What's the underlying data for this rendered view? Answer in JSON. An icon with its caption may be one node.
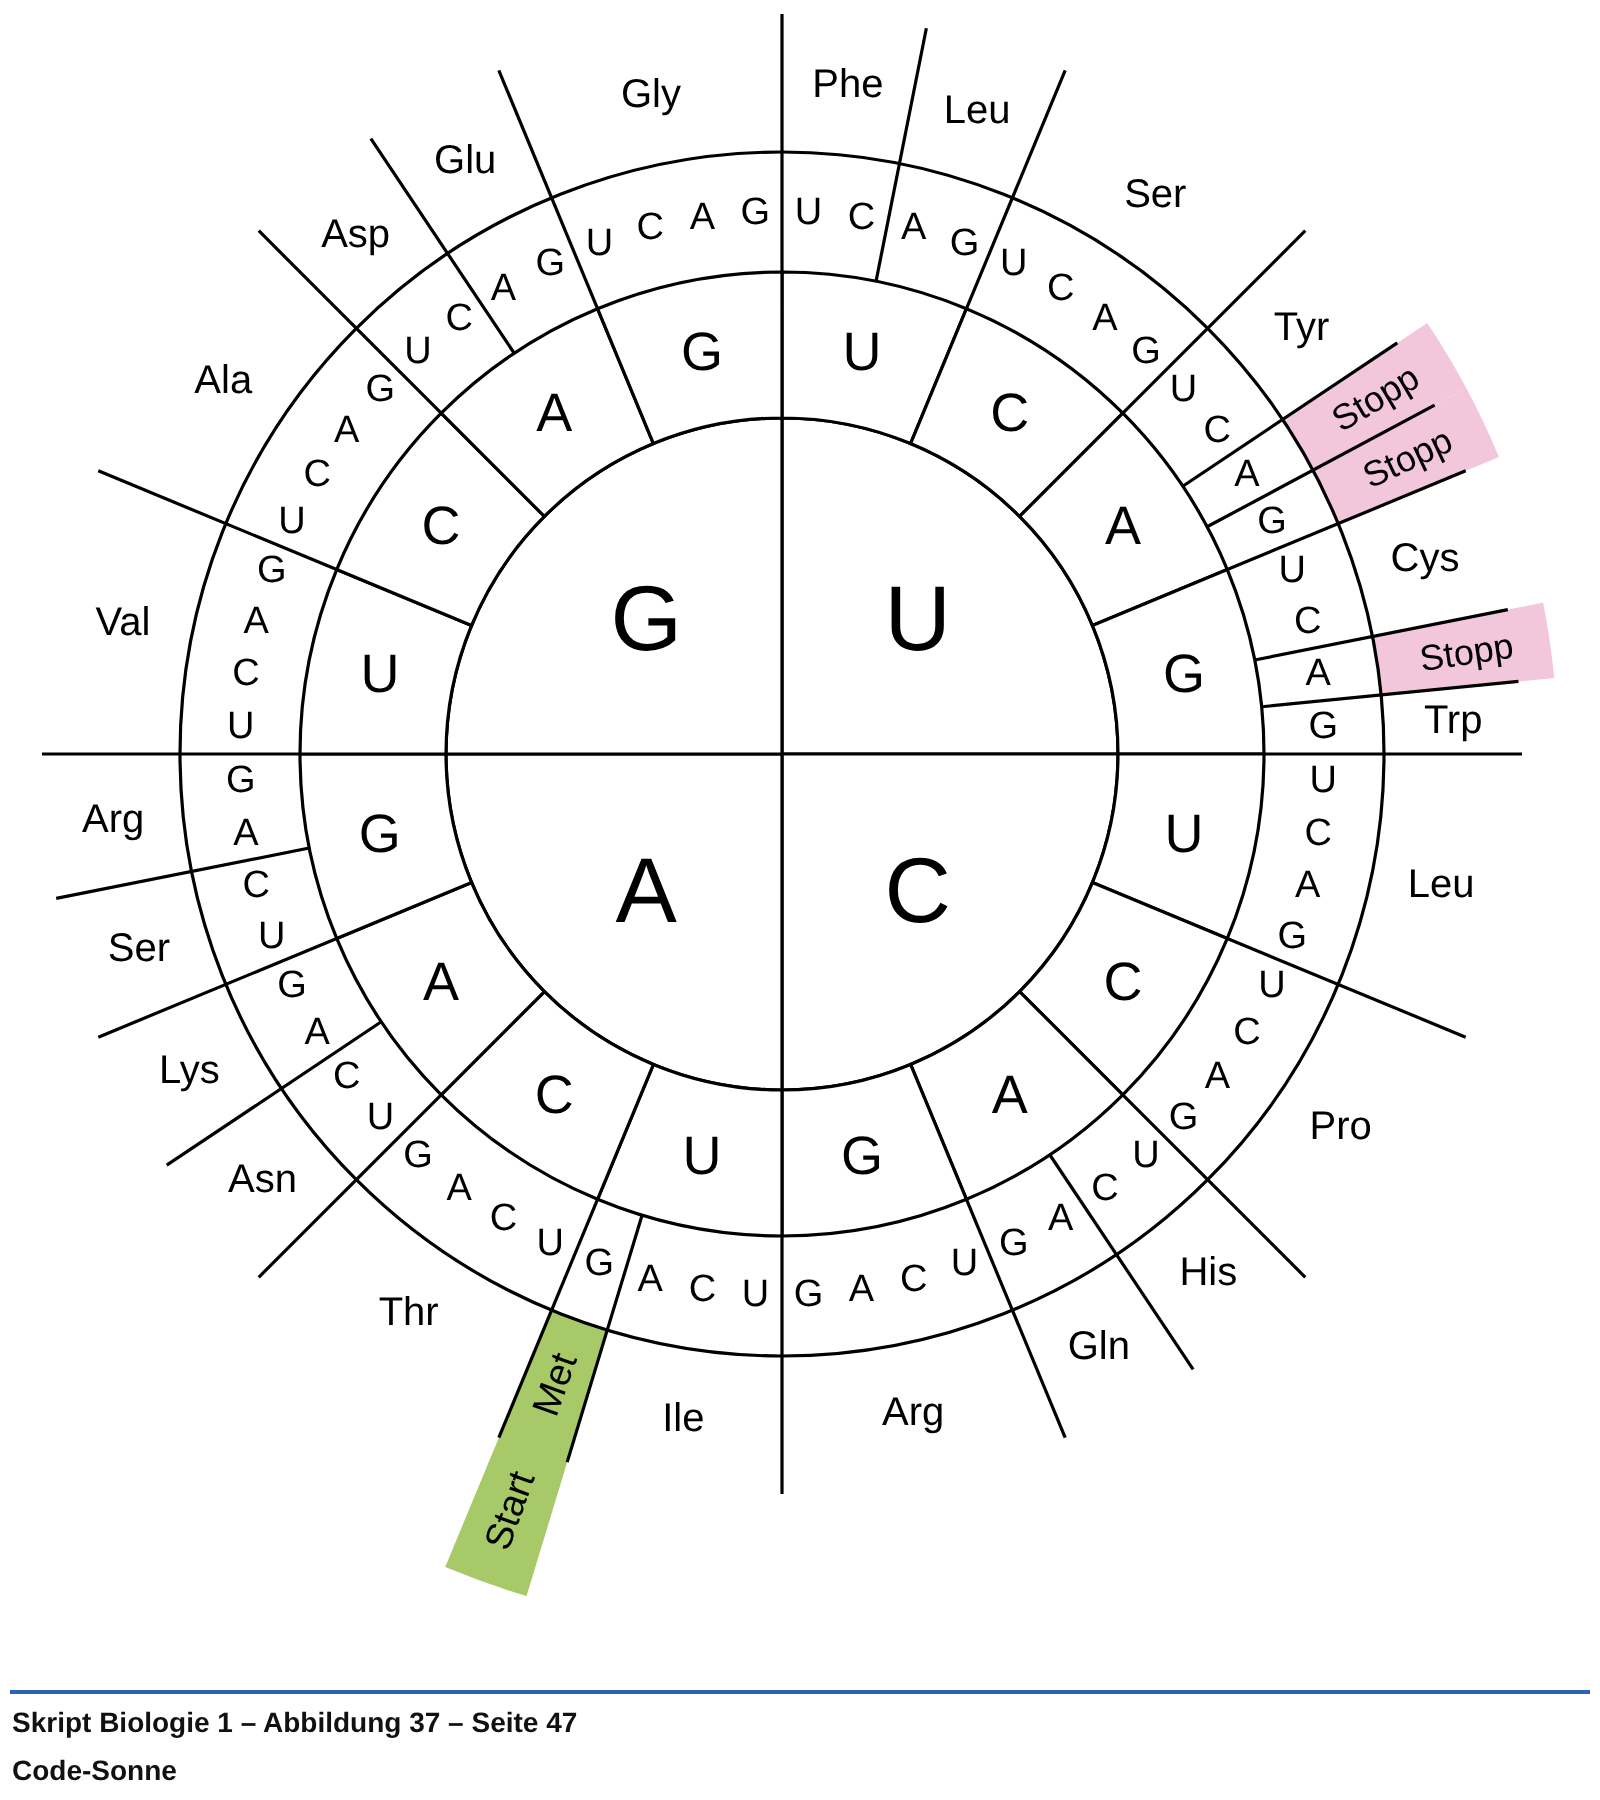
{
  "diagram": {
    "caption": "Code-Sonne",
    "nodes": [
      {
        "text": [
          "U"
        ]
      },
      {
        "text": [
          "C"
        ]
      },
      {
        "text": [
          "A"
        ]
      },
      {
        "text": [
          "G"
        ]
      },
      {
        "text": [
          "U"
        ]
      },
      {
        "text": [
          "C"
        ]
      },
      {
        "text": [
          "A"
        ]
      },
      {
        "text": [
          "G"
        ]
      },
      {
        "text": [
          "U"
        ]
      },
      {
        "text": [
          "C"
        ]
      },
      {
        "text": [
          "A"
        ]
      },
      {
        "text": [
          "G"
        ]
      },
      {
        "text": [
          "U"
        ]
      },
      {
        "text": [
          "C"
        ]
      },
      {
        "text": [
          "A"
        ]
      },
      {
        "text": [
          "G"
        ]
      },
      {
        "text": [
          "U"
        ]
      },
      {
        "text": [
          "C"
        ]
      },
      {
        "text": [
          "A"
        ]
      },
      {
        "text": [
          "G"
        ]
      },
      {
        "text": [
          "Stopp"
        ]
      },
      {
        "text": [
          "Stopp"
        ]
      },
      {
        "text": [
          "Stopp"
        ]
      },
      {
        "text": [
          "Start",
          "Met"
        ]
      }
    ],
    "labels": [
      "U",
      "C",
      "A",
      "G",
      "U",
      "C",
      "A",
      "G",
      "U",
      "C",
      "A",
      "G",
      "U",
      "C",
      "A",
      "G",
      "U",
      "C",
      "A",
      "G",
      "U",
      "C",
      "A",
      "G",
      "U",
      "C",
      "A",
      "G",
      "U",
      "C",
      "A",
      "G",
      "U",
      "C",
      "A",
      "G",
      "U",
      "C",
      "A",
      "G",
      "U",
      "C",
      "A",
      "G",
      "U",
      "C",
      "A",
      "G",
      "U",
      "C",
      "A",
      "G",
      "U",
      "C",
      "A",
      "G",
      "U",
      "C",
      "A",
      "G",
      "U",
      "C",
      "A",
      "G",
      "Phe",
      "Leu",
      "Ser",
      "Tyr",
      "Cys",
      "Trp",
      "Leu",
      "Pro",
      "His",
      "Gln",
      "Arg",
      "Ile",
      "Thr",
      "Asn",
      "Lys",
      "Ser",
      "Arg",
      "Val",
      "Ala",
      "Asp",
      "Glu",
      "Gly",
      "Skript Biologie 1 – Abbildung 37 – Seite 47"
    ]
  }
}
